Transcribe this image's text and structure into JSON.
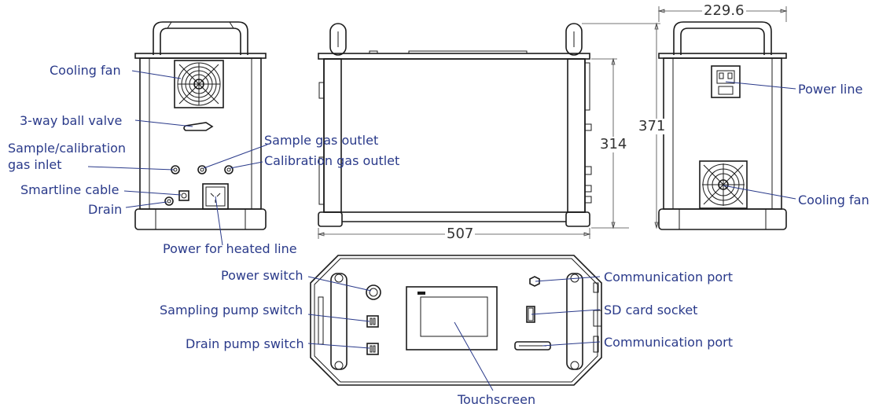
{
  "labels": {
    "left_view": {
      "cooling_fan": "Cooling fan",
      "ball_valve": "3-way ball valve",
      "sample_inlet_line1": "Sample/calibration",
      "sample_inlet_line2": "gas inlet",
      "smartline_cable": "Smartline cable",
      "drain": "Drain",
      "sample_outlet": "Sample gas outlet",
      "calibration_outlet": "Calibration gas outlet",
      "heated_line_power": "Power for heated line"
    },
    "right_view": {
      "power_line": "Power line",
      "cooling_fan": "Cooling fan"
    },
    "top_view": {
      "power_switch": "Power switch",
      "sampling_pump_switch": "Sampling pump switch",
      "drain_pump_switch": "Drain pump switch",
      "comm_port_top": "Communication port",
      "sd_card_socket": "SD card socket",
      "comm_port_bottom": "Communication port",
      "touchscreen": "Touchscreen"
    }
  },
  "dimensions": {
    "length": "507",
    "body_height": "314",
    "total_height": "371",
    "width": "229.6"
  },
  "colors": {
    "label": "#2a3a8a",
    "drawing": "#1b1b1b"
  }
}
